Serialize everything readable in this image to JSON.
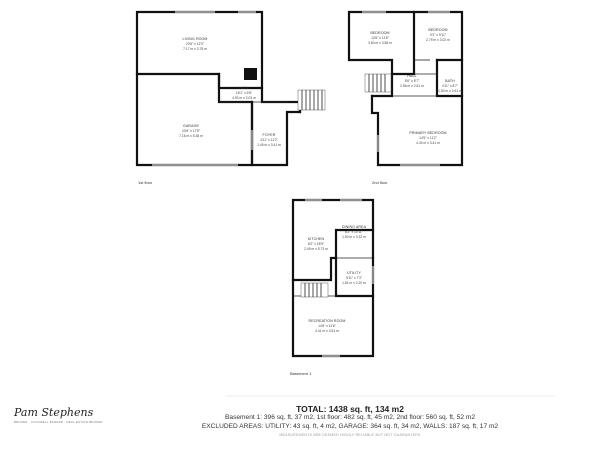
{
  "floors": {
    "first": {
      "label": "1st floor",
      "rooms": {
        "living_room": {
          "name": "LIVING ROOM",
          "dims": "23'6\" x 12'3\"",
          "metric": "7.17 m x 3.75 m"
        },
        "hall": {
          "name": "HALL",
          "dims": "16'1\" x 6'8\"",
          "metric": "4.90 m x 2.03 m"
        },
        "garage": {
          "name": "GARAGE",
          "dims": "23'6\" x 17'8\"",
          "metric": "7.16 m x 5.38 m"
        },
        "foyer": {
          "name": "FOYER",
          "dims": "4'11\" x 11'2\"",
          "metric": "1.49 m x 3.41 m"
        }
      }
    },
    "second": {
      "label": "2nd floor",
      "rooms": {
        "bedroom_1": {
          "name": "BEDROOM",
          "dims": "12'6\" x 11'8\"",
          "metric": "3.80 m x 3.56 m"
        },
        "bedroom_2": {
          "name": "BEDROOM",
          "dims": "9'2\" x 9'11\"",
          "metric": "2.79 m x 3.02 m"
        },
        "hall": {
          "name": "HALL",
          "dims": "5'6\" x 8'7\"",
          "metric": "2.56 m x 2.61 m"
        },
        "bath": {
          "name": "BATH",
          "dims": "4'11\" x 8'7\"",
          "metric": "1.50 m x 2.61 m"
        },
        "primary_bedroom": {
          "name": "PRIMARY BEDROOM",
          "dims": "14'5\" x 11'2\"",
          "metric": "4.40 m x 3.41 m"
        }
      }
    },
    "basement": {
      "label": "Basement 1",
      "rooms": {
        "kitchen": {
          "name": "KITCHEN",
          "dims": "8'2\" x 18'9\"",
          "metric": "2.49 m x 5.73 m"
        },
        "dining_area": {
          "name": "DINING AREA",
          "dims": "6'2\" x 10'11\"",
          "metric": "1.90 m x 3.32 m"
        },
        "utility": {
          "name": "UTILITY",
          "dims": "5'11\" x 7'3\"",
          "metric": "1.81 m x 2.20 m"
        },
        "recreation_room": {
          "name": "RECREATION ROOM",
          "dims": "14'6\" x 11'6\"",
          "metric": "4.41 m x 3.51 m"
        }
      }
    }
  },
  "summary": {
    "total": "TOTAL: 1438 sq. ft, 134 m2",
    "line1": "Basement 1: 396 sq. ft, 37 m2, 1st floor: 482 sq. ft, 45 m2, 2nd floor: 560 sq. ft, 52 m2",
    "line2": "EXCLUDED AREAS: UTILITY: 43 sq. ft, 4 m2, GARAGE: 364 sq. ft, 34 m2, WALLS: 187 sq. ft, 17 m2",
    "note": "MEASUREMENTS ARE DEEMED HIGHLY RELIABLE BUT NOT GUARANTEED"
  },
  "logo": {
    "signature": "Pam Stephens",
    "subtitle": "BROKER · COLDWELL BANKER · REAL ESTATE BROKER"
  }
}
